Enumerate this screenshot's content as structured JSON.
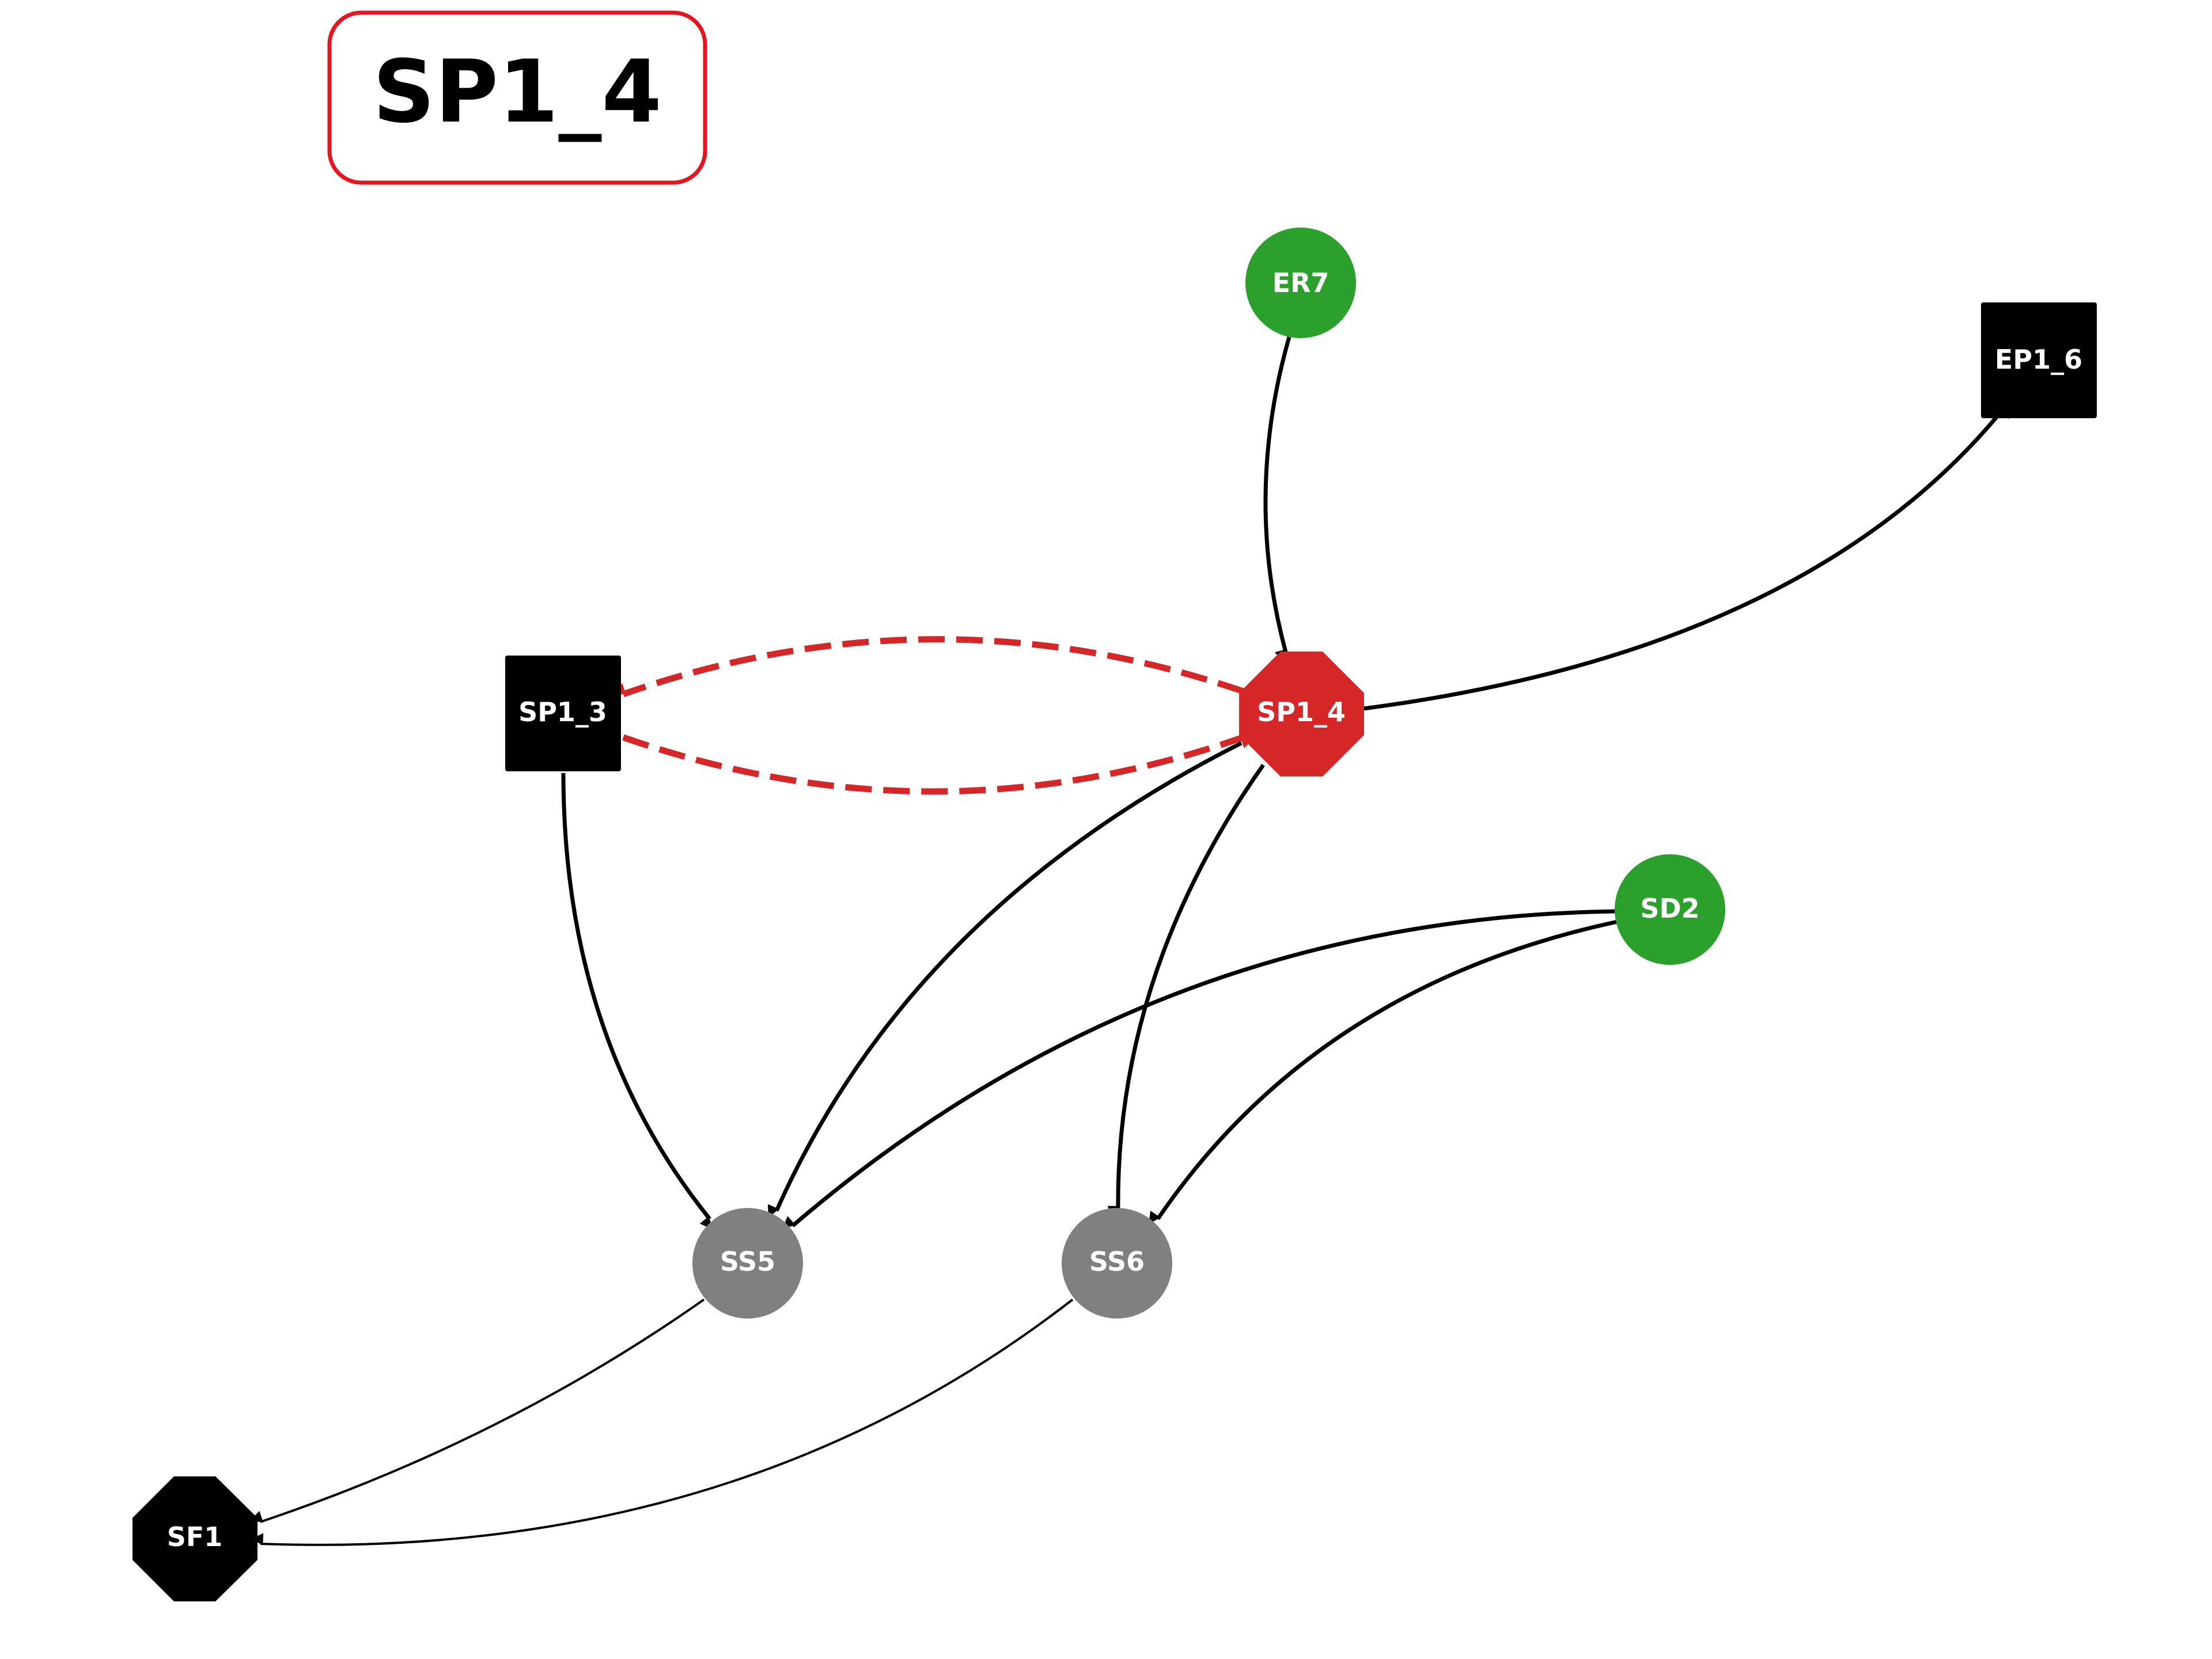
{
  "title": {
    "text": "SP1_4",
    "border_color": "#e8141e"
  },
  "colors": {
    "green": "#2ca02c",
    "gray": "#808080",
    "red": "#d62728",
    "black": "#000000",
    "label": "#ffffff"
  },
  "nodes": [
    {
      "id": "ER7",
      "label": "ER7",
      "shape": "circle",
      "color": "#2ca02c"
    },
    {
      "id": "EP1_6",
      "label": "EP1_6",
      "shape": "square",
      "color": "#000000"
    },
    {
      "id": "SP1_3",
      "label": "SP1_3",
      "shape": "square",
      "color": "#000000"
    },
    {
      "id": "SP1_4",
      "label": "SP1_4",
      "shape": "octagon",
      "color": "#d62728"
    },
    {
      "id": "SD2",
      "label": "SD2",
      "shape": "circle",
      "color": "#2ca02c"
    },
    {
      "id": "SS5",
      "label": "SS5",
      "shape": "circle",
      "color": "#808080"
    },
    {
      "id": "SS6",
      "label": "SS6",
      "shape": "circle",
      "color": "#808080"
    },
    {
      "id": "SF1",
      "label": "SF1",
      "shape": "octagon",
      "color": "#000000"
    }
  ],
  "edges": [
    {
      "from": "ER7",
      "to": "SP1_4",
      "style": "solid",
      "color": "#000000"
    },
    {
      "from": "SP1_4",
      "to": "EP1_6",
      "style": "solid",
      "color": "#000000"
    },
    {
      "from": "SP1_4",
      "to": "SP1_3",
      "style": "dashed",
      "color": "#d62728"
    },
    {
      "from": "SP1_3",
      "to": "SP1_4",
      "style": "dashed",
      "color": "#d62728"
    },
    {
      "from": "SP1_3",
      "to": "SS5",
      "style": "solid",
      "color": "#000000"
    },
    {
      "from": "SP1_4",
      "to": "SS5",
      "style": "solid",
      "color": "#000000"
    },
    {
      "from": "SP1_4",
      "to": "SS6",
      "style": "solid",
      "color": "#000000"
    },
    {
      "from": "SD2",
      "to": "SS5",
      "style": "solid",
      "color": "#000000"
    },
    {
      "from": "SD2",
      "to": "SS6",
      "style": "solid",
      "color": "#000000"
    },
    {
      "from": "SS5",
      "to": "SF1",
      "style": "thin",
      "color": "#000000"
    },
    {
      "from": "SS6",
      "to": "SF1",
      "style": "thin",
      "color": "#000000"
    }
  ]
}
